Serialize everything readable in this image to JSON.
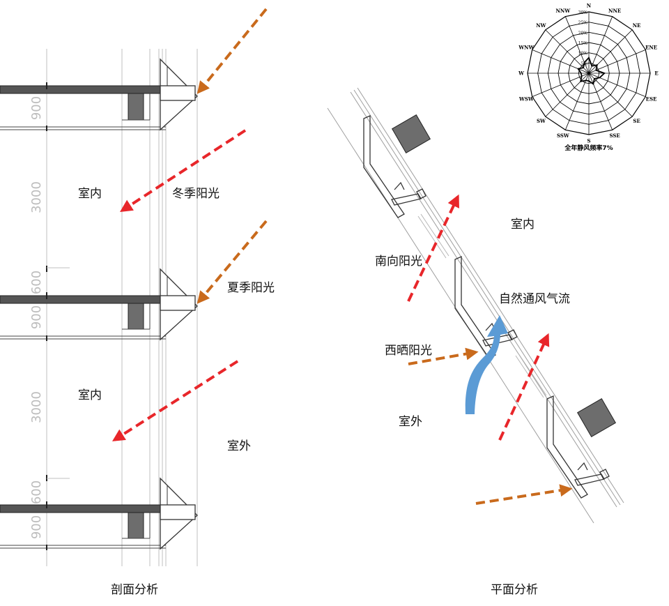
{
  "section": {
    "caption": "剖面分析",
    "labels": {
      "indoor_1": "室内",
      "indoor_2": "室内",
      "outdoor": "室外",
      "winter_sun": "冬季阳光",
      "summer_sun": "夏季阳光"
    },
    "dims": {
      "d900_1": "900",
      "d3000_1": "3000",
      "d600_1": "600",
      "d900_2": "900",
      "d3000_2": "3000",
      "d600_2": "600",
      "d900_3": "900"
    }
  },
  "plan": {
    "caption": "平面分析",
    "labels": {
      "indoor": "室内",
      "outdoor": "室外",
      "south_sun": "南向阳光",
      "west_sun": "西晒阳光",
      "ventilation": "自然通风气流"
    }
  },
  "wind_rose": {
    "directions": [
      "N",
      "NNE",
      "NE",
      "ENE",
      "E",
      "ESE",
      "SE",
      "SSE",
      "S",
      "SSW",
      "SW",
      "WSW",
      "W",
      "WNW",
      "NW",
      "NNW"
    ],
    "rings": [
      "5%",
      "10%",
      "15%",
      "20%",
      "25%",
      "30%"
    ],
    "calm_caption": "全年静风频率7%"
  },
  "colors": {
    "red_arrow": "#e8262a",
    "orange_arrow": "#c96a1c",
    "blue_arrow": "#5b9bd5",
    "slab": "#555555",
    "column": "#6d6d6d"
  }
}
